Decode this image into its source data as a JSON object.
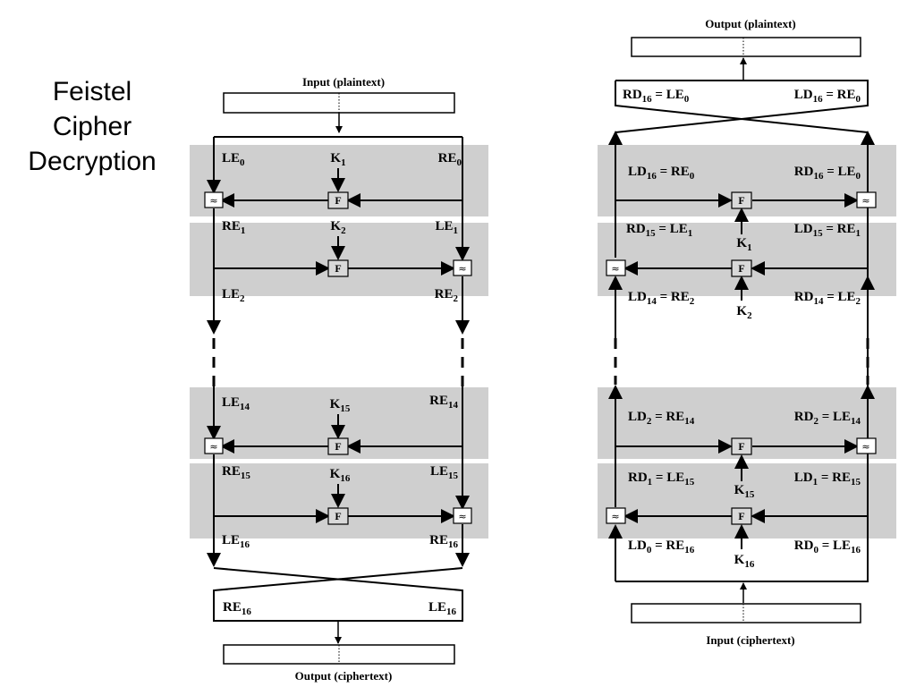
{
  "title_lines": [
    "Feistel",
    "Cipher",
    "Decryption"
  ],
  "symbols": {
    "func": "F",
    "xor": "≈"
  },
  "encryption": {
    "input_caption": "Input (plaintext)",
    "output_caption": "Output (ciphertext)",
    "labels": [
      {
        "id": "e-le0",
        "base": "LE",
        "sub": "0",
        "rest": ""
      },
      {
        "id": "e-re0",
        "base": "RE",
        "sub": "0",
        "rest": ""
      },
      {
        "id": "e-k1",
        "base": "K",
        "sub": "1",
        "rest": ""
      },
      {
        "id": "e-re1",
        "base": "RE",
        "sub": "1",
        "rest": ""
      },
      {
        "id": "e-le1",
        "base": "LE",
        "sub": "1",
        "rest": ""
      },
      {
        "id": "e-k2",
        "base": "K",
        "sub": "2",
        "rest": ""
      },
      {
        "id": "e-le2",
        "base": "LE",
        "sub": "2",
        "rest": ""
      },
      {
        "id": "e-re2",
        "base": "RE",
        "sub": "2",
        "rest": ""
      },
      {
        "id": "e-le14",
        "base": "LE",
        "sub": "14",
        "rest": ""
      },
      {
        "id": "e-k15",
        "base": "K",
        "sub": "15",
        "rest": ""
      },
      {
        "id": "e-re14",
        "base": "RE",
        "sub": "14",
        "rest": ""
      },
      {
        "id": "e-re15",
        "base": "RE",
        "sub": "15",
        "rest": ""
      },
      {
        "id": "e-k16",
        "base": "K",
        "sub": "16",
        "rest": ""
      },
      {
        "id": "e-le15",
        "base": "LE",
        "sub": "15",
        "rest": ""
      },
      {
        "id": "e-le16",
        "base": "LE",
        "sub": "16",
        "rest": ""
      },
      {
        "id": "e-re16",
        "base": "RE",
        "sub": "16",
        "rest": ""
      },
      {
        "id": "e-re16b",
        "base": "RE",
        "sub": "16",
        "rest": ""
      },
      {
        "id": "e-le16b",
        "base": "LE",
        "sub": "16",
        "rest": ""
      }
    ]
  },
  "decryption": {
    "output_caption": "Output (plaintext)",
    "input_caption": "Input (ciphertext)",
    "labels": [
      {
        "id": "d-rd16",
        "base": "RD",
        "sub": "16",
        "rest": " = LE",
        "sub2": "0"
      },
      {
        "id": "d-ld16",
        "base": "LD",
        "sub": "16",
        "rest": " = RE",
        "sub2": "0"
      },
      {
        "id": "d-ld16b",
        "base": "LD",
        "sub": "16",
        "rest": " = RE",
        "sub2": "0"
      },
      {
        "id": "d-rd16b",
        "base": "RD",
        "sub": "16",
        "rest": " = LE",
        "sub2": "0"
      },
      {
        "id": "d-rd15",
        "base": "RD",
        "sub": "15",
        "rest": " = LE",
        "sub2": "1"
      },
      {
        "id": "d-k1",
        "base": "K",
        "sub": "1",
        "rest": "",
        "sub2": ""
      },
      {
        "id": "d-ld15",
        "base": "LD",
        "sub": "15",
        "rest": " = RE",
        "sub2": "1"
      },
      {
        "id": "d-ld14",
        "base": "LD",
        "sub": "14",
        "rest": " = RE",
        "sub2": "2"
      },
      {
        "id": "d-k2",
        "base": "K",
        "sub": "2",
        "rest": "",
        "sub2": ""
      },
      {
        "id": "d-rd14",
        "base": "RD",
        "sub": "14",
        "rest": " = LE",
        "sub2": "2"
      },
      {
        "id": "d-ld2",
        "base": "LD",
        "sub": "2",
        "rest": " = RE",
        "sub2": "14"
      },
      {
        "id": "d-rd2",
        "base": "RD",
        "sub": "2",
        "rest": " = LE",
        "sub2": "14"
      },
      {
        "id": "d-rd1",
        "base": "RD",
        "sub": "1",
        "rest": " = LE",
        "sub2": "15"
      },
      {
        "id": "d-k15",
        "base": "K",
        "sub": "15",
        "rest": "",
        "sub2": ""
      },
      {
        "id": "d-ld1",
        "base": "LD",
        "sub": "1",
        "rest": " = RE",
        "sub2": "15"
      },
      {
        "id": "d-ld0",
        "base": "LD",
        "sub": "0",
        "rest": " = RE",
        "sub2": "16"
      },
      {
        "id": "d-k16",
        "base": "K",
        "sub": "16",
        "rest": "",
        "sub2": ""
      },
      {
        "id": "d-rd0",
        "base": "RD",
        "sub": "0",
        "rest": " = LE",
        "sub2": "16"
      }
    ]
  }
}
